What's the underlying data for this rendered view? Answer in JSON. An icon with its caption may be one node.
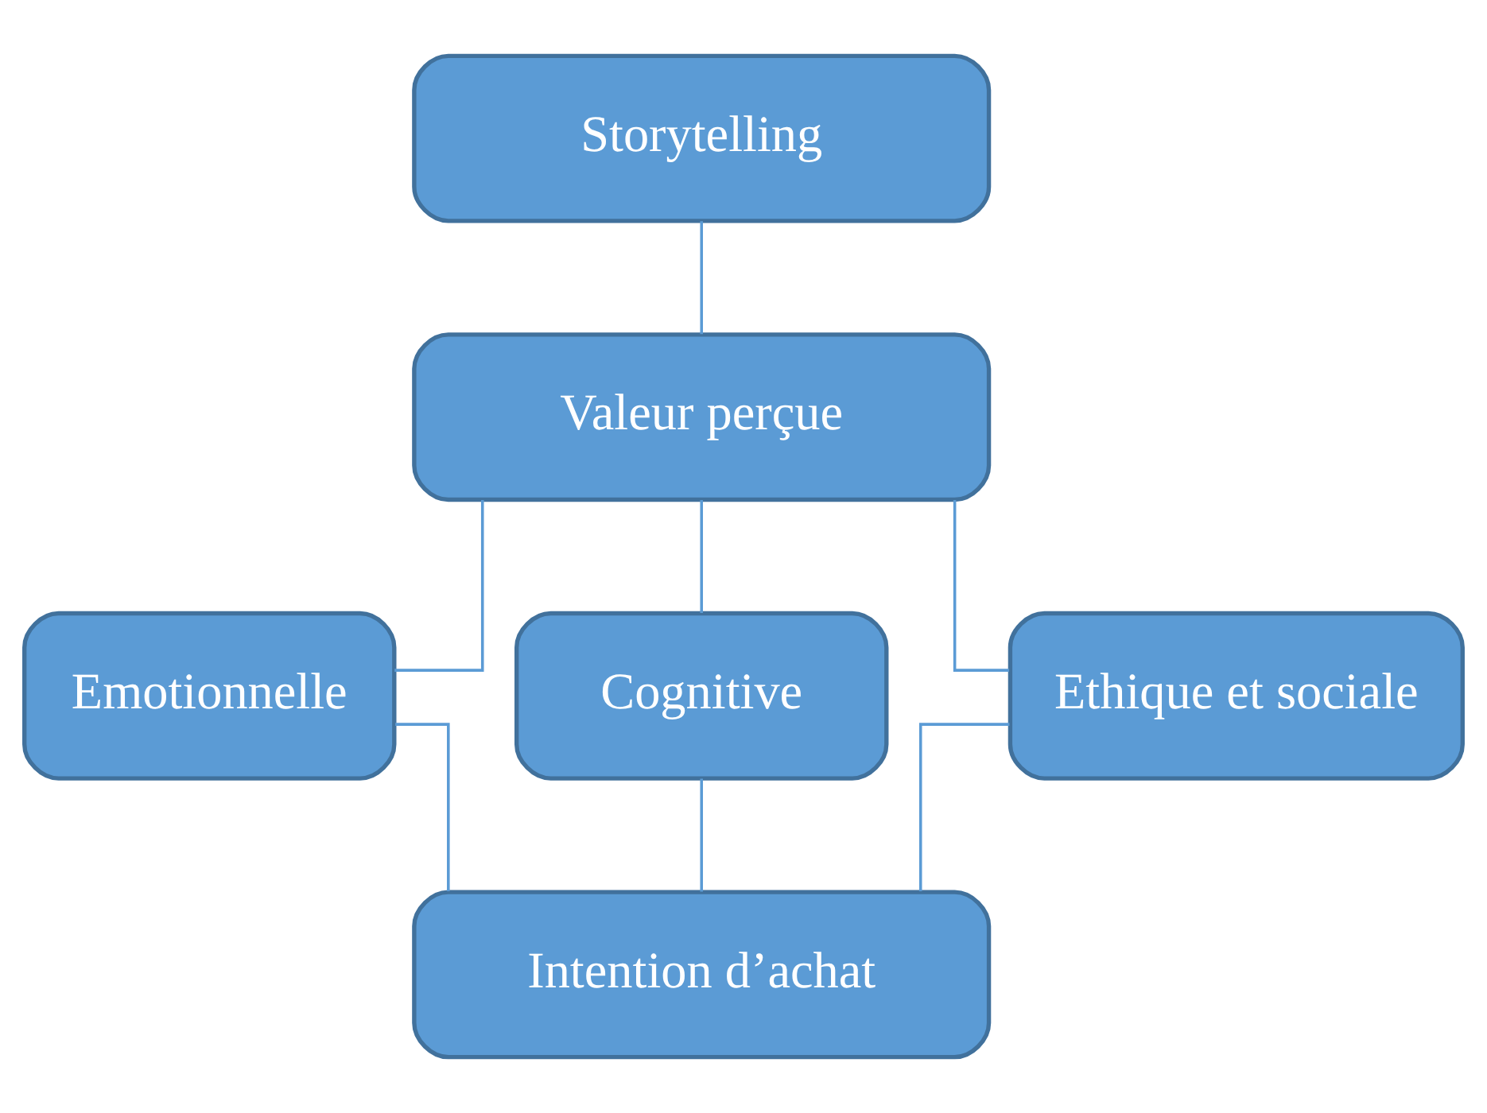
{
  "diagram": {
    "nodes": [
      {
        "text": [
          "Storytelling"
        ]
      },
      {
        "text": [
          "Valeur perçue"
        ]
      },
      {
        "text": [
          "Emotionnelle"
        ]
      },
      {
        "text": [
          "Cognitive"
        ]
      },
      {
        "text": [
          "Ethique et sociale"
        ]
      },
      {
        "text": [
          "Intention d’achat"
        ]
      }
    ],
    "edges": [
      {
        "from": 0,
        "to": 1,
        "arrow": "none"
      },
      {
        "from": 1,
        "to": 2,
        "arrow": "none"
      },
      {
        "from": 1,
        "to": 3,
        "arrow": "none"
      },
      {
        "from": 1,
        "to": 4,
        "arrow": "none"
      },
      {
        "from": 2,
        "to": 5,
        "arrow": "none"
      },
      {
        "from": 3,
        "to": 5,
        "arrow": "none"
      },
      {
        "from": 4,
        "to": 5,
        "arrow": "none"
      }
    ]
  }
}
